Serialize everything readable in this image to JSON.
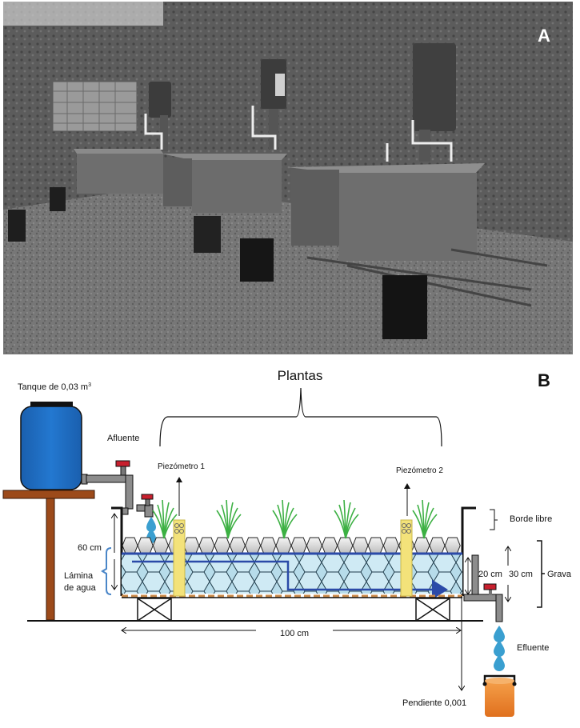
{
  "figure": {
    "panel_a": {
      "letter": "A",
      "description": "Photograph of horizontal subsurface-flow wetland units with feed tanks and effluent buckets on a hillside"
    },
    "panel_b": {
      "letter": "B",
      "title": "Plantas",
      "labels": {
        "tank": "Tanque de 0,03 m",
        "tank_superscript": "3",
        "inflow": "Afluente",
        "piezometer1": "Piezómetro 1",
        "piezometer2": "Piezómetro 2",
        "height_60": "60 cm",
        "water_layer_line1": "Lámina",
        "water_layer_line2": "de agua",
        "freeboard": "Borde libre",
        "height_20": "20 cm",
        "height_30": "30 cm",
        "gravel": "Grava",
        "length_100": "100 cm",
        "outflow": "Efluente",
        "slope": "Pendiente 0,001"
      },
      "colors": {
        "tank_blue": "#1f6fc4",
        "stand_brown": "#9c4a1a",
        "pipe_gray": "#8c8c8c",
        "valve_red": "#c8202e",
        "water_blue": "#a9d4e6",
        "flow_arrow": "#2b4aa8",
        "plant_green": "#3cb043",
        "piezometer_yellow": "#f3e27a",
        "drop_blue": "#3a9fd0",
        "bucket_orange": "#f08a2c",
        "bracket_blue": "#4a86c8"
      }
    }
  }
}
